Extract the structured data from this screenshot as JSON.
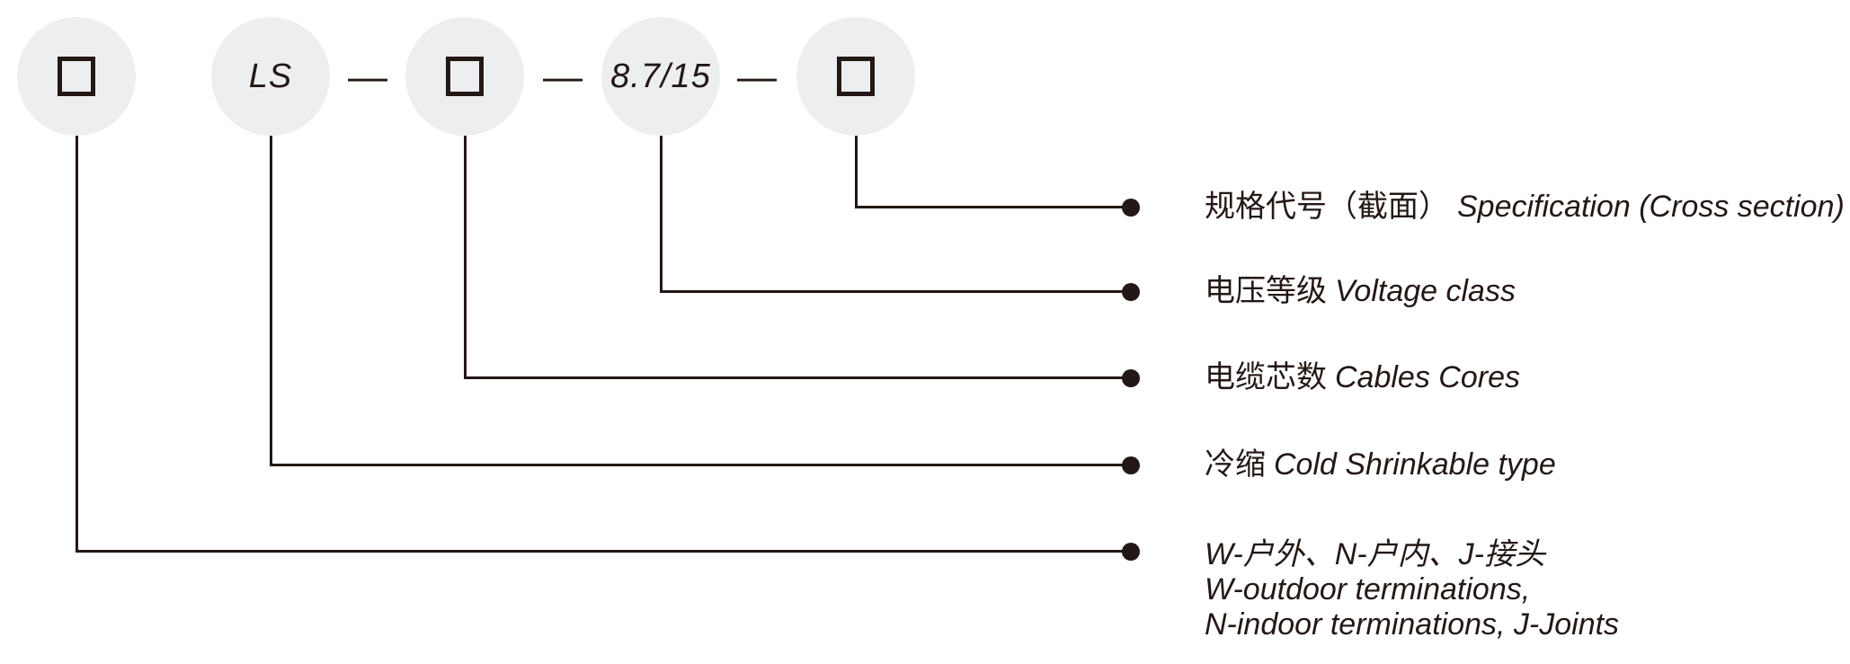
{
  "colors": {
    "ink": "#231815",
    "circle_fill": "#edeef0",
    "background": "#ffffff"
  },
  "code": {
    "separator": "—",
    "parts": [
      {
        "id": "termination-type",
        "display": "box"
      },
      {
        "id": "series",
        "display": "text",
        "text": "LS"
      },
      {
        "id": "cable-cores",
        "display": "box"
      },
      {
        "id": "voltage",
        "display": "text",
        "text": "8.7/15"
      },
      {
        "id": "specification",
        "display": "box"
      }
    ]
  },
  "labels": [
    {
      "cn": "规格代号（截面）",
      "en": "Specification (Cross section)"
    },
    {
      "cn": "电压等级",
      "en": "Voltage class"
    },
    {
      "cn": "电缆芯数",
      "en": "Cables Cores"
    },
    {
      "cn": "冷缩",
      "en": "Cold Shrinkable type"
    },
    {
      "lines": [
        "W-户外、N-户内、J-接头",
        "W-outdoor terminations,",
        "N-indoor terminations, J-Joints"
      ]
    }
  ]
}
